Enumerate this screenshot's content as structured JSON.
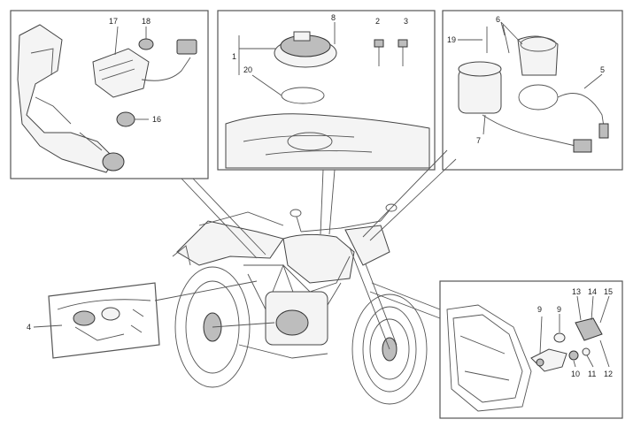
{
  "diagram": {
    "callouts_top_left": [
      "17",
      "18",
      "16"
    ],
    "callouts_top_center": [
      "1",
      "20",
      "8",
      "2",
      "3"
    ],
    "callouts_top_right": [
      "19",
      "6",
      "5",
      "7"
    ],
    "callouts_left": [
      "4"
    ],
    "callouts_bottom_right": [
      "9",
      "9",
      "13",
      "14",
      "15",
      "10",
      "11",
      "12"
    ]
  }
}
